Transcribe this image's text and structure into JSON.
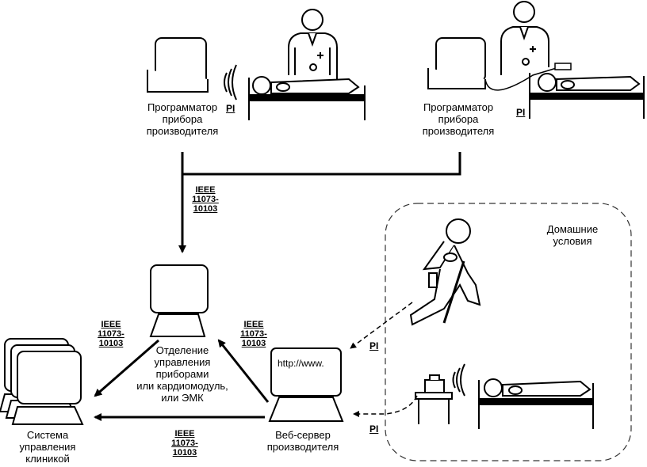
{
  "labels": {
    "programmer_left": [
      "Программатор",
      "прибора",
      "производителя"
    ],
    "programmer_right": [
      "Программатор",
      "прибора",
      "производителя"
    ],
    "device_mgmt": [
      "Отделение",
      "управления",
      "приборами",
      "или кардиомодуль,",
      "или ЭМК"
    ],
    "clinic_system": [
      "Система",
      "управления",
      "клиникой"
    ],
    "web_server": [
      "Веб-сервер",
      "производителя"
    ],
    "home": [
      "Домашние",
      "условия"
    ],
    "web_url": "http://www."
  },
  "standard_label": [
    "IEEE",
    "11073-",
    "10103"
  ],
  "pi_label": "PI"
}
